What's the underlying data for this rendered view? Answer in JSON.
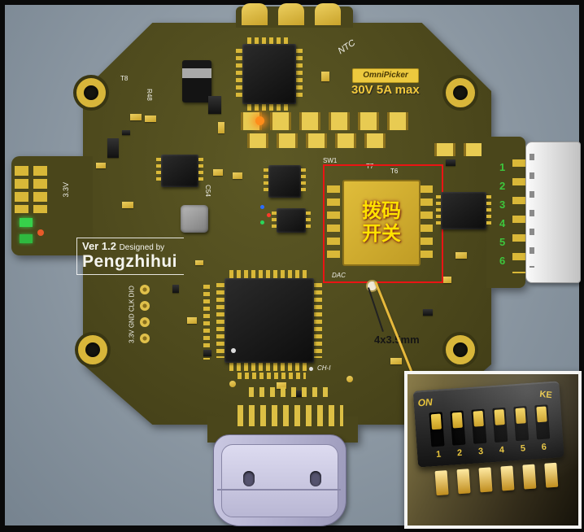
{
  "colors": {
    "board": "#4e4a1d",
    "gold": "#d9b838",
    "annotation_red": "#ea1414",
    "annotation_yellow": "#e6b93c",
    "pin_number_green": "#3dc53d"
  },
  "board": {
    "version_label": "Ver 1.2",
    "designed_by_label": "Designed by",
    "designer_name": "Pengzhihui",
    "labels": {
      "v33": "3.3V",
      "ntc": "NTC",
      "sw1": "SW1",
      "t7": "T7",
      "t6": "T6",
      "t8": "T8",
      "r48": "R48",
      "c54": "C54",
      "dac": "DAC",
      "ch1": "CH-I",
      "debug_pads": "3.3V GND CLK DIO"
    },
    "badge": {
      "brand": "OmniPicker",
      "rating": "30V 5A max"
    },
    "connector_pins": [
      "1",
      "2",
      "3",
      "4",
      "5",
      "6"
    ]
  },
  "annotations": {
    "dip_line1": "拨码",
    "dip_line2": "开关",
    "dimension": "4x3.5mm"
  },
  "inset": {
    "on_label": "ON",
    "brand_label": "KE",
    "pin_numbers": [
      "1",
      "2",
      "3",
      "4",
      "5",
      "6"
    ]
  }
}
